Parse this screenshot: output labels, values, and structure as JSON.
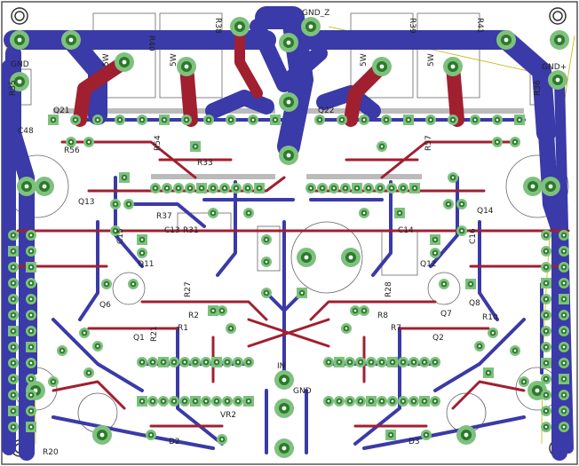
{
  "colors": {
    "background": "#ffffff",
    "bottom_trace": "#3a3aa8",
    "top_trace": "#a02030",
    "pad_fill": "#2a7a2a",
    "pad_ring": "#7fc07f",
    "silkscreen": "#555555",
    "outline_yellow": "#c8b400",
    "component_body": "#d8d8d8"
  },
  "labels": {
    "gnd_top_left": "GND",
    "gnd_top_z": "GND_Z",
    "gnd_right": "GND+",
    "r40": "R40",
    "r38": "R38",
    "r39": "R39",
    "r41": "R41",
    "r35": "R35",
    "r36": "R36",
    "r37": "R37",
    "r33": "R33",
    "r56": "R56",
    "r54": "R54",
    "r57": "R57",
    "q21": "Q21",
    "q22": "Q22",
    "q13": "Q13",
    "q14": "Q14",
    "q11": "Q11",
    "q12": "Q12",
    "q6": "Q6",
    "q7": "Q7",
    "q8": "Q8",
    "q1": "Q1",
    "q2": "Q2",
    "c13": "C13",
    "c14": "C14",
    "c15": "C15",
    "c16": "C16",
    "c48": "C48",
    "r1": "R1",
    "r2": "R2",
    "r7": "R7",
    "r8": "R8",
    "r10": "R10",
    "r20": "R20",
    "r21": "R21",
    "r27": "R27",
    "r28": "R28",
    "r31": "R31",
    "vr2": "VR2",
    "d2": "D2",
    "d3": "D3",
    "in": "IN",
    "gnd_in": "GND",
    "p5w_a": "5W",
    "p5w_b": "5W",
    "p5w_c": "5W",
    "p5w_d": "5W"
  }
}
